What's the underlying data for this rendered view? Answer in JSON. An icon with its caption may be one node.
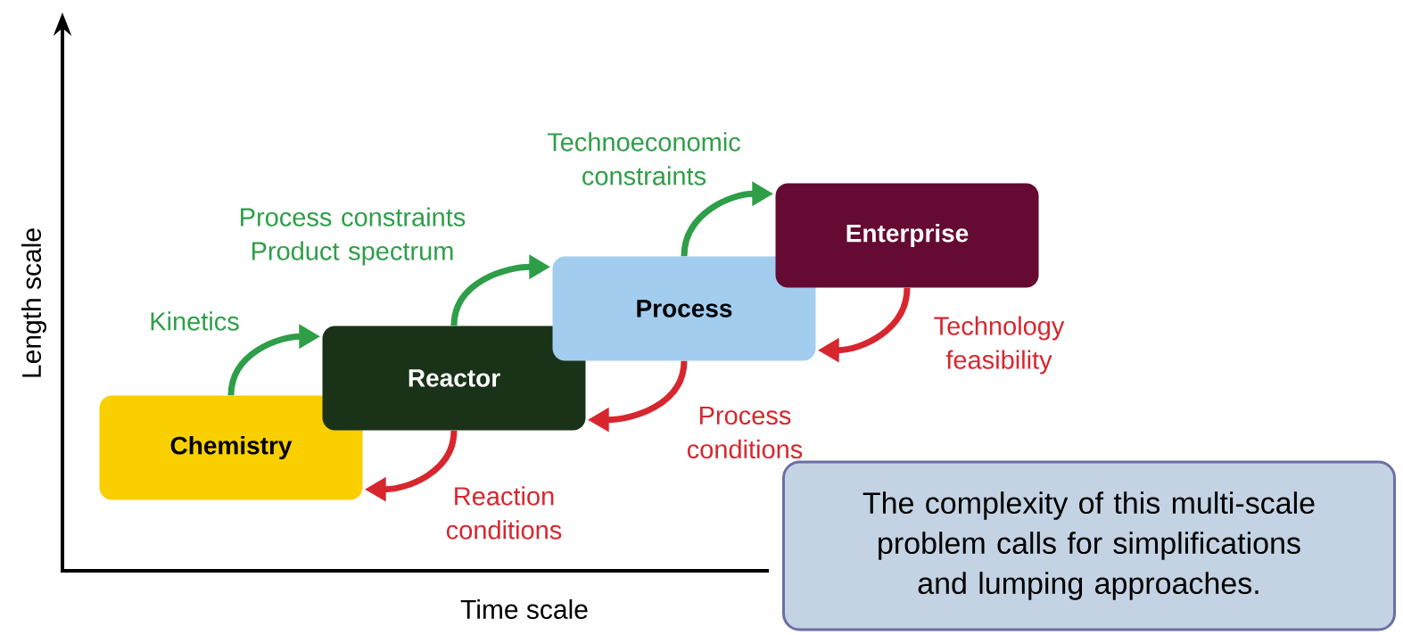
{
  "diagram": {
    "nodes": [
      {
        "text": [
          "Chemistry"
        ]
      },
      {
        "text": [
          "Reactor"
        ]
      },
      {
        "text": [
          "Process"
        ]
      },
      {
        "text": [
          "Enterprise"
        ]
      },
      {
        "text": [
          "The complexity of this multi-scale problem calls for simplifications and lumping approaches."
        ]
      }
    ],
    "edges": [
      {
        "from": 0,
        "to": 1,
        "arrow": "to",
        "label": "Kinetics",
        "color": "#2e9e48"
      },
      {
        "from": 1,
        "to": 2,
        "arrow": "to",
        "label": "Process constraints Product spectrum",
        "color": "#2e9e48"
      },
      {
        "from": 2,
        "to": 3,
        "arrow": "to",
        "label": "Technoeconomic constraints",
        "color": "#2e9e48"
      },
      {
        "from": 3,
        "to": 2,
        "arrow": "to",
        "label": "Technology feasibility",
        "color": "#d7262e"
      },
      {
        "from": 2,
        "to": 1,
        "arrow": "to",
        "label": "Process conditions",
        "color": "#d7262e"
      },
      {
        "from": 1,
        "to": 0,
        "arrow": "to",
        "label": "Reaction conditions",
        "color": "#d7262e"
      }
    ],
    "labels": [
      "Length scale",
      "Time scale"
    ]
  }
}
